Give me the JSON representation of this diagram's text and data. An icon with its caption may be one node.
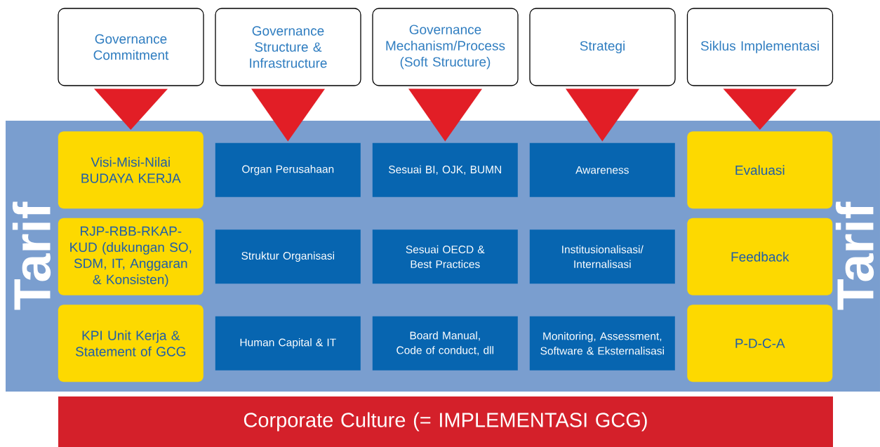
{
  "diagram": {
    "nodes": [
      {
        "text": [
          "Governance Commitment"
        ]
      },
      {
        "text": [
          "Governance Structure & Infrastructure"
        ]
      },
      {
        "text": [
          "Governance Mechanism/Process (Soft Structure)"
        ]
      },
      {
        "text": [
          "Strategi"
        ]
      },
      {
        "text": [
          "Siklus Implementasi"
        ]
      },
      {
        "text": [
          "Tarif",
          "Tarif"
        ]
      },
      {
        "text": [
          "Visi-Misi-Nilai BUDAYA KERJA"
        ],
        "in": 5
      },
      {
        "text": [
          "Organ Perusahaan"
        ],
        "in": 5
      },
      {
        "text": [
          "Sesuai BI, OJK, BUMN"
        ],
        "in": 5
      },
      {
        "text": [
          "Awareness"
        ],
        "in": 5
      },
      {
        "text": [
          "Evaluasi"
        ],
        "in": 5
      },
      {
        "text": [
          "RJP-RBB-RKAP-KUD (dukungan SO, SDM, IT, Anggaran & Konsisten)"
        ],
        "in": 5
      },
      {
        "text": [
          "Struktur Organisasi"
        ],
        "in": 5
      },
      {
        "text": [
          "Sesuai OECD & Best Practices"
        ],
        "in": 5
      },
      {
        "text": [
          "Institusionalisasi/ Internalisasi"
        ],
        "in": 5
      },
      {
        "text": [
          "Feedback"
        ],
        "in": 5
      },
      {
        "text": [
          "KPI Unit Kerja & Statement of GCG"
        ],
        "in": 5
      },
      {
        "text": [
          "Human Capital & IT"
        ],
        "in": 5
      },
      {
        "text": [
          "Board Manual, Code of conduct, dll"
        ],
        "in": 5
      },
      {
        "text": [
          "Monitoring, Assessment, Software & Eksternalisasi"
        ],
        "in": 5
      },
      {
        "text": [
          "P-D-C-A"
        ],
        "in": 5
      },
      {
        "text": [
          "Corporate Culture (= IMPLEMENTASI GCG)"
        ]
      }
    ],
    "edges": [
      {
        "from": 0,
        "to": 6,
        "arrow": "to"
      },
      {
        "from": 1,
        "to": 7,
        "arrow": "to"
      },
      {
        "from": 2,
        "to": 8,
        "arrow": "to"
      },
      {
        "from": 3,
        "to": 9,
        "arrow": "to"
      },
      {
        "from": 4,
        "to": 10,
        "arrow": "to"
      }
    ]
  }
}
